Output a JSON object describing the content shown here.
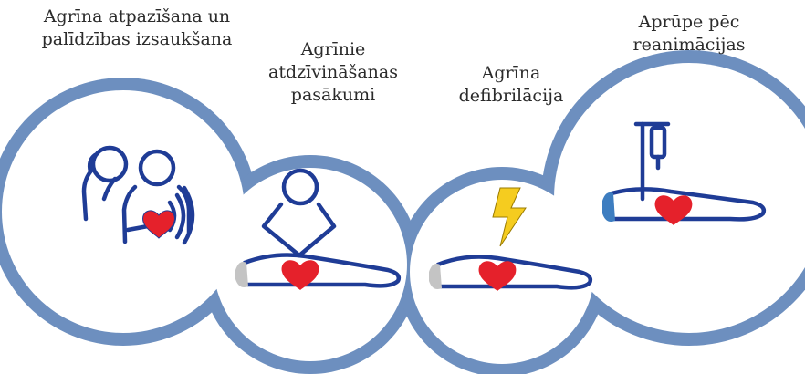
{
  "steps": [
    {
      "label": "Agrīna atpazīšana un\npalīdzības izsaukšana",
      "icon": "phone-call-heart-icon"
    },
    {
      "label": "Agrīnie\natdzīvināšanas\npasākumi",
      "icon": "cpr-compression-icon"
    },
    {
      "label": "Agrīna\ndefibrilācija",
      "icon": "defibrillation-lightning-icon"
    },
    {
      "label": "Aprūpe pēc\nreanimācijas",
      "icon": "iv-drip-patient-icon"
    }
  ],
  "colors": {
    "chain_ring": "#6d8fbf",
    "ring_inner": "#ffffff",
    "icon_stroke": "#1f3c96",
    "heart": "#e5212b",
    "bolt": "#f5cc1f",
    "head_grey": "#c4c4c4",
    "head_blue": "#3d7dc0"
  }
}
